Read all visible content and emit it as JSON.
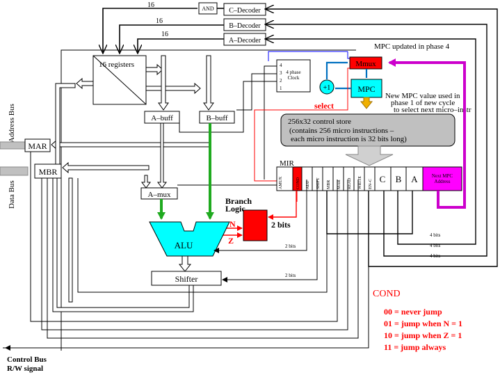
{
  "labels": {
    "bus_width_c": "16",
    "bus_width_b": "16",
    "bus_width_a": "16",
    "and_gate": "AND",
    "c_decoder": "C–Decoder",
    "b_decoder": "B–Decoder",
    "a_decoder": "A–Decoder",
    "registers": "16 registers",
    "mpc_updated_note": "MPC updated in phase 4",
    "mmux": "Mmux",
    "mpc": "MPC",
    "plus_one": "+1",
    "clock_title_1": "4 phase",
    "clock_title_2": "Clock",
    "clock_phase_4": "4",
    "clock_phase_3": "3",
    "clock_phase_2": "2",
    "clock_phase_1": "1",
    "new_mpc_note_1": "New MPC value used in",
    "new_mpc_note_2": "phase 1 of new cycle",
    "new_mpc_note_3": "to select next micro–instr",
    "select": "select",
    "a_buff": "A–buff",
    "b_buff": "B–buff",
    "control_store_1": "256x32 control store",
    "control_store_2": "(contains 256 micro instructions –",
    "control_store_3": "each micro instruction is 32 bits long)",
    "address_bus": "Address Bus",
    "data_bus": "Data Bus",
    "mar": "MAR",
    "mbr": "MBR",
    "mir": "MIR",
    "mir_amux": "AMUX",
    "mir_cond": "COND",
    "mir_alu": "ALU",
    "mir_shift": "SHIFT",
    "mir_mbr": "MBR",
    "mir_mar": "MAR",
    "mir_read": "READ",
    "mir_write": "WRITE",
    "mir_enc": "EN–C",
    "mir_c": "C",
    "mir_b": "B",
    "mir_a": "A",
    "mir_next_1": "Next MPC",
    "mir_next_2": "Address",
    "a_mux": "A–mux",
    "branch_logic_1": "Branch",
    "branch_logic_2": "Logic",
    "two_bits_big": "2 bits",
    "flag_n": "N",
    "flag_z": "Z",
    "alu": "ALU",
    "two_bits_alu": "2 bits",
    "two_bits_shift": "2 bits",
    "shifter": "Shifter",
    "four_bits_1": "4 bits",
    "four_bits_2": "4 bits",
    "four_bits_3": "4 bits",
    "control_bus": "Control Bus",
    "rw_signal": "R/W signal"
  },
  "cond_legend": {
    "title": "COND",
    "items": [
      "00 = never jump",
      "01 = jump when N = 1",
      "10 = jump when Z = 1",
      "11 = jump always"
    ]
  },
  "colors": {
    "mmux_fill": "#ff0000",
    "mpc_fill": "#00ffff",
    "alu_fill": "#00ffff",
    "branch_fill": "#ff0000",
    "next_mpc_fill": "#ff00ff",
    "control_store_fill": "#c0c0c0",
    "green_path": "#1faa1f",
    "magenta_path": "#cc00cc",
    "red_signal": "#ff0000",
    "blue_signal": "#0000ff",
    "orange_arrow": "#f0b000"
  }
}
